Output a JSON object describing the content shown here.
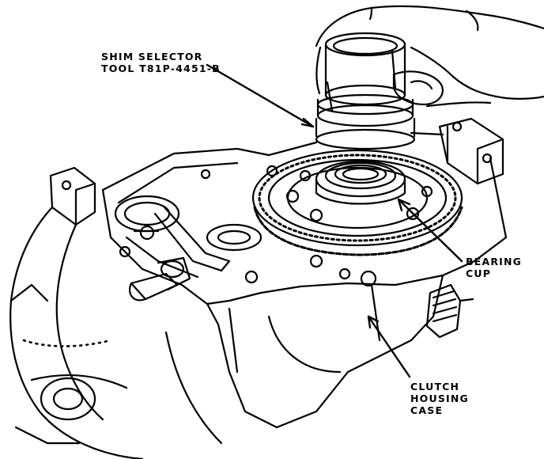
{
  "labels": {
    "shim_selector": {
      "line1": "SHIM SELECTOR",
      "line2": "TOOL T81P-4451-B"
    },
    "bearing_cup": {
      "line1": "BEARING",
      "line2": "CUP"
    },
    "clutch_housing": {
      "line1": "CLUTCH",
      "line2": "HOUSING",
      "line3": "CASE"
    }
  },
  "colors": {
    "ink": "#000000",
    "paper": "#ffffff"
  }
}
